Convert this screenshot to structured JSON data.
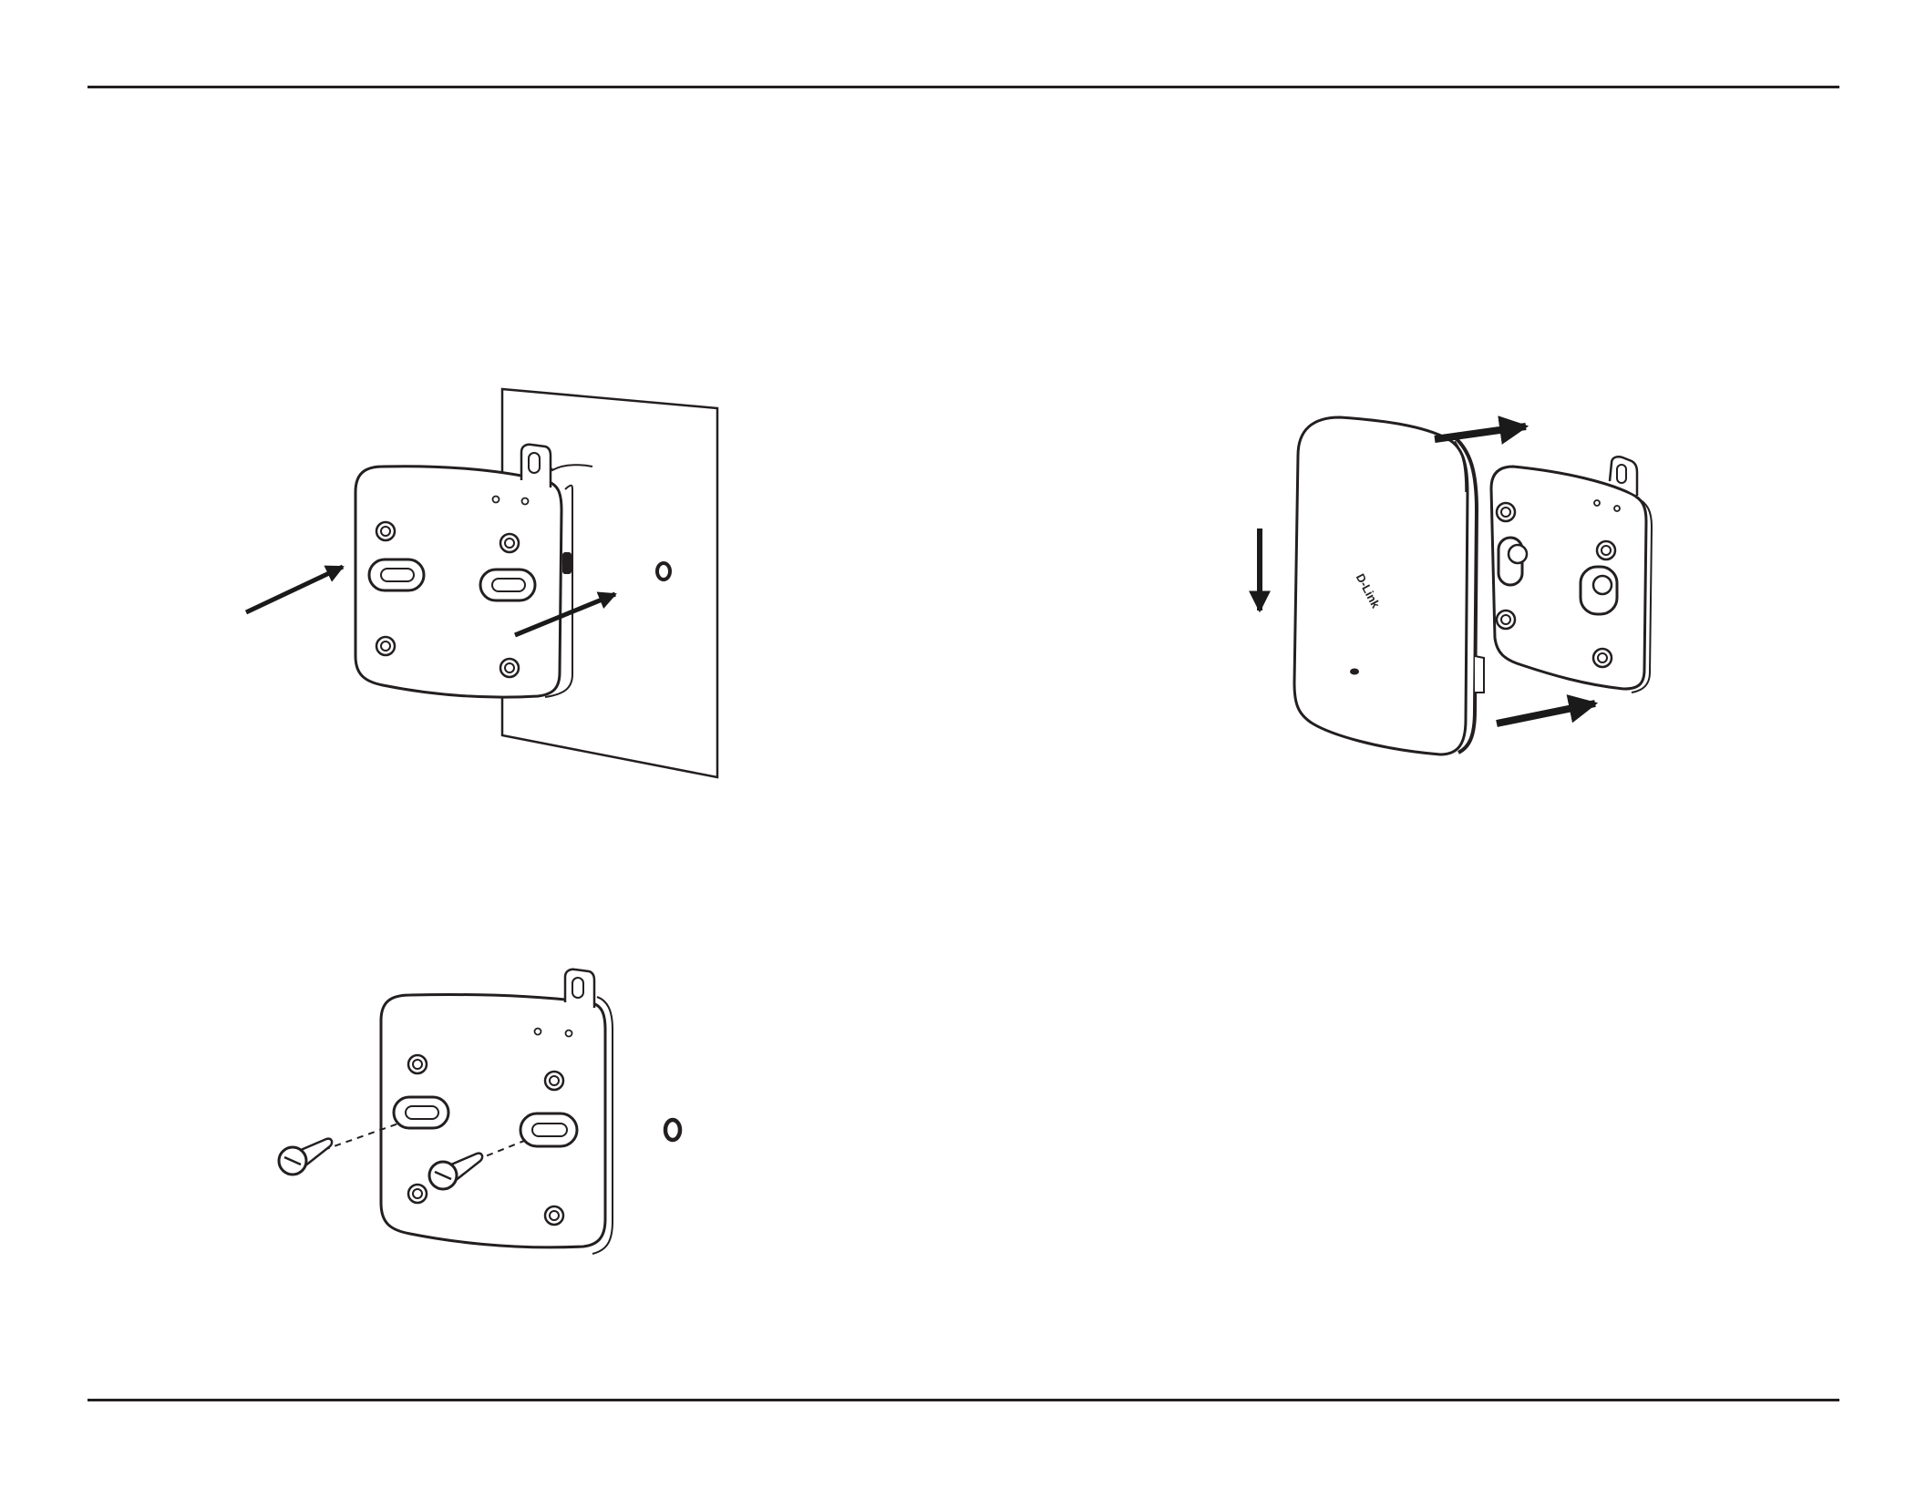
{
  "page": {
    "colors": {
      "line": "#231f20",
      "background": "#ffffff",
      "arrow": "#1a1a1a"
    }
  },
  "figures": {
    "wall_mount": {
      "icon": "mounting-plate-on-wall"
    },
    "screws": {
      "icon": "mounting-plate-with-screws"
    },
    "attach": {
      "icon": "access-point-sliding-onto-plate",
      "logo_text": "D-Link"
    }
  }
}
